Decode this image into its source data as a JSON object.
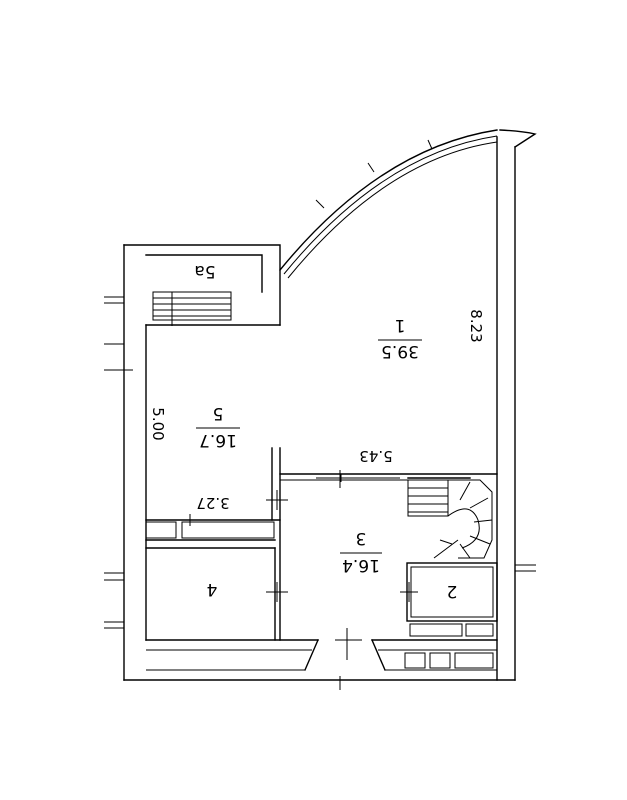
{
  "rooms": [
    {
      "number": "1",
      "area": "39.5"
    },
    {
      "number": "2",
      "area": ""
    },
    {
      "number": "3",
      "area": "16.4"
    },
    {
      "number": "4",
      "area": ""
    },
    {
      "number": "5",
      "area": "16.7"
    },
    {
      "number": "5а",
      "area": ""
    }
  ],
  "dimensions": {
    "height_right": "8.23",
    "width_hall": "5.43",
    "height_left": "5.00",
    "width_room5": "3.27"
  },
  "colors": {
    "line": "#000000",
    "background": "#ffffff"
  }
}
